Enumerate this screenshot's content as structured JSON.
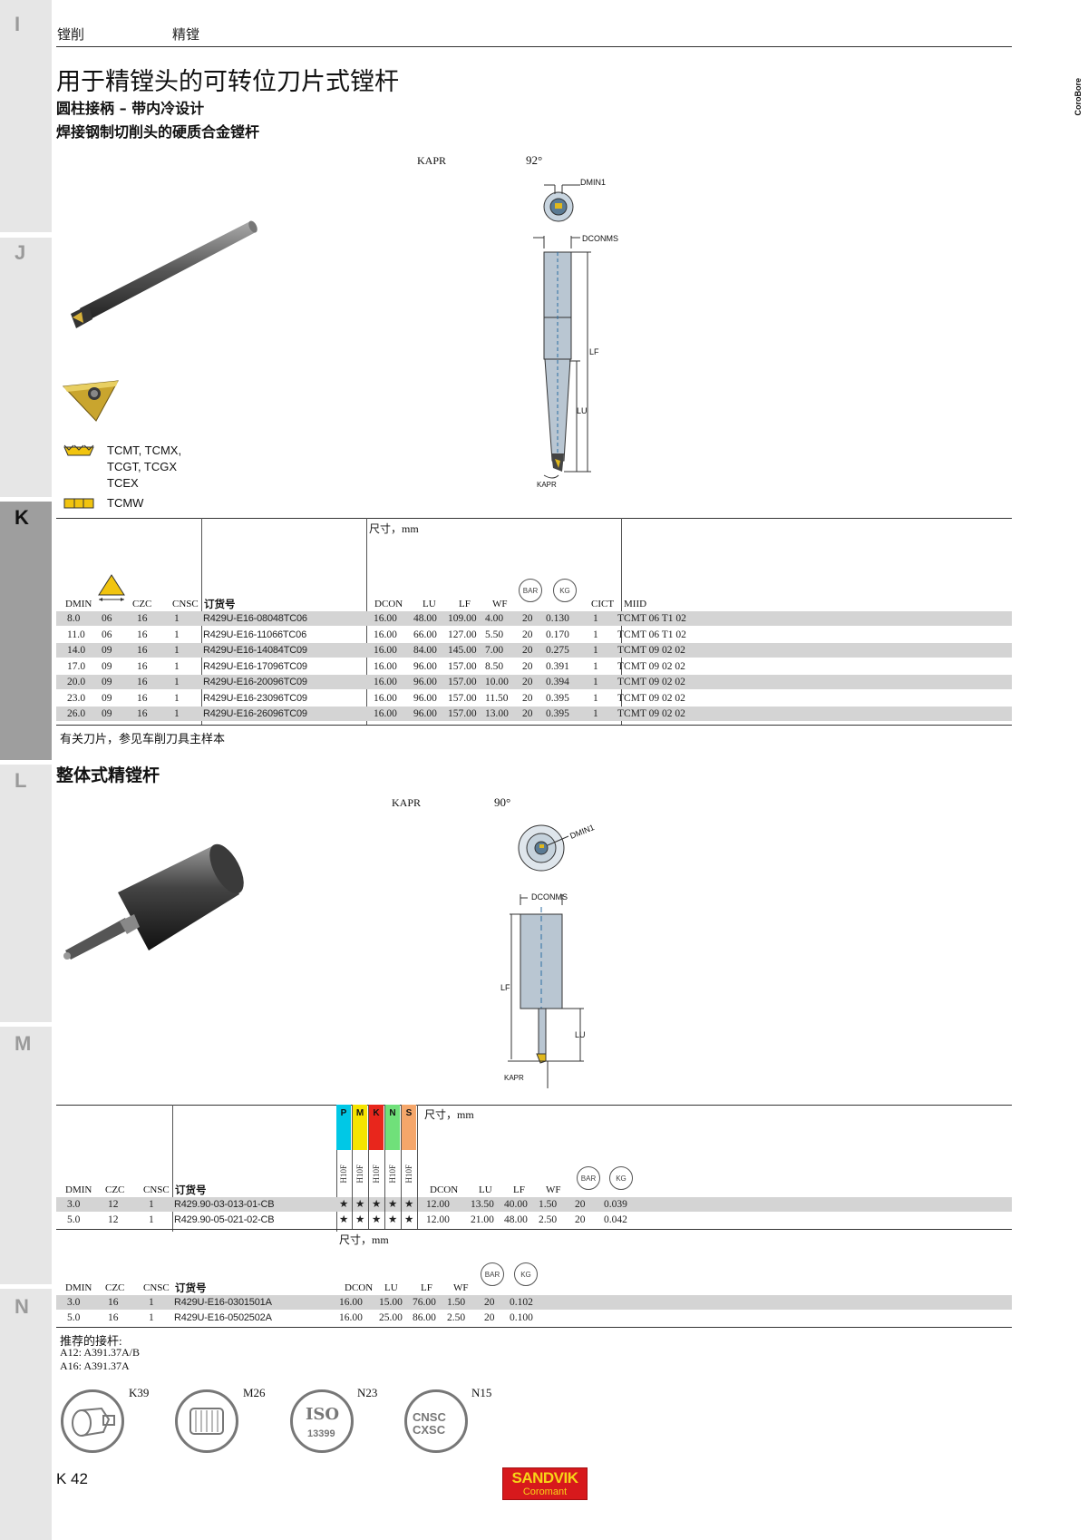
{
  "sidebar": {
    "sections": [
      "I",
      "J",
      "K",
      "L",
      "M",
      "N"
    ],
    "active": "K"
  },
  "header": {
    "breadcrumb_1": "镗削",
    "breadcrumb_2": "精镗",
    "right_mark": "CoroBore"
  },
  "section1": {
    "title": "用于精镗头的可转位刀片式镗杆",
    "subtitle_1": "圆柱接柄 – 带内冷设计",
    "subtitle_2": "焊接钢制切削头的硬质合金镗杆",
    "kapr_label": "KAPR",
    "kapr_value": "92°",
    "diagram_labels": {
      "dmin": "DMIN1",
      "dcon": "DCONMS",
      "lf": "LF",
      "lu": "LU",
      "kapr": "KAPR"
    },
    "insert_types": [
      {
        "icon": "insert-shape-icon",
        "text_lines": [
          "TCMT, TCMX,",
          "TCGT, TCGX",
          "TCEX"
        ]
      },
      {
        "icon": "insert-flat-icon",
        "text_lines": [
          "TCMW"
        ]
      }
    ],
    "dims_caption": "尺寸，mm",
    "headers": {
      "dmin": "DMIN",
      "size": "",
      "czc": "CZC",
      "cnsc": "CNSC",
      "order": "订货号",
      "dcon": "DCON",
      "lu": "LU",
      "lf": "LF",
      "wf": "WF",
      "bar": "BAR",
      "kg": "KG",
      "cict": "CICT",
      "mid": "MIID"
    },
    "rows": [
      {
        "dmin": "8.0",
        "size": "06",
        "czc": "16",
        "cnsc": "1",
        "order": "R429U-E16-08048TC06",
        "dcon": "16.00",
        "lu": "48.00",
        "lf": "109.00",
        "wf": "4.00",
        "bar": "20",
        "kg": "0.130",
        "cict": "1",
        "mid": "TCMT 06 T1 02"
      },
      {
        "dmin": "11.0",
        "size": "06",
        "czc": "16",
        "cnsc": "1",
        "order": "R429U-E16-11066TC06",
        "dcon": "16.00",
        "lu": "66.00",
        "lf": "127.00",
        "wf": "5.50",
        "bar": "20",
        "kg": "0.170",
        "cict": "1",
        "mid": "TCMT 06 T1 02"
      },
      {
        "dmin": "14.0",
        "size": "09",
        "czc": "16",
        "cnsc": "1",
        "order": "R429U-E16-14084TC09",
        "dcon": "16.00",
        "lu": "84.00",
        "lf": "145.00",
        "wf": "7.00",
        "bar": "20",
        "kg": "0.275",
        "cict": "1",
        "mid": "TCMT 09 02 02"
      },
      {
        "dmin": "17.0",
        "size": "09",
        "czc": "16",
        "cnsc": "1",
        "order": "R429U-E16-17096TC09",
        "dcon": "16.00",
        "lu": "96.00",
        "lf": "157.00",
        "wf": "8.50",
        "bar": "20",
        "kg": "0.391",
        "cict": "1",
        "mid": "TCMT 09 02 02"
      },
      {
        "dmin": "20.0",
        "size": "09",
        "czc": "16",
        "cnsc": "1",
        "order": "R429U-E16-20096TC09",
        "dcon": "16.00",
        "lu": "96.00",
        "lf": "157.00",
        "wf": "10.00",
        "bar": "20",
        "kg": "0.394",
        "cict": "1",
        "mid": "TCMT 09 02 02"
      },
      {
        "dmin": "23.0",
        "size": "09",
        "czc": "16",
        "cnsc": "1",
        "order": "R429U-E16-23096TC09",
        "dcon": "16.00",
        "lu": "96.00",
        "lf": "157.00",
        "wf": "11.50",
        "bar": "20",
        "kg": "0.395",
        "cict": "1",
        "mid": "TCMT 09 02 02"
      },
      {
        "dmin": "26.0",
        "size": "09",
        "czc": "16",
        "cnsc": "1",
        "order": "R429U-E16-26096TC09",
        "dcon": "16.00",
        "lu": "96.00",
        "lf": "157.00",
        "wf": "13.00",
        "bar": "20",
        "kg": "0.395",
        "cict": "1",
        "mid": "TCMT 09 02 02"
      }
    ],
    "note": "有关刀片，参见车削刀具主样本"
  },
  "section2": {
    "title": "整体式精镗杆",
    "kapr_label": "KAPR",
    "kapr_value": "90°",
    "diagram_labels": {
      "dmin": "DMIN1",
      "dcon": "DCONMS",
      "lf": "LF",
      "lu": "LU",
      "kapr": "KAPR"
    },
    "iso_groups": [
      {
        "letter": "P",
        "color": "#00c8e6"
      },
      {
        "letter": "M",
        "color": "#f5e400"
      },
      {
        "letter": "K",
        "color": "#e8261c"
      },
      {
        "letter": "N",
        "color": "#70e07a"
      },
      {
        "letter": "S",
        "color": "#f5a66a"
      }
    ],
    "grade_label": "H10F",
    "dims_caption": "尺寸，mm",
    "table_a": {
      "headers": {
        "dmin": "DMIN",
        "czc": "CZC",
        "cnsc": "CNSC",
        "order": "订货号",
        "dcon": "DCON",
        "lu": "LU",
        "lf": "LF",
        "wf": "WF",
        "bar": "BAR",
        "kg": "KG"
      },
      "rows": [
        {
          "dmin": "3.0",
          "czc": "12",
          "cnsc": "1",
          "order": "R429.90-03-013-01-CB",
          "stars": [
            "★",
            "★",
            "★",
            "★",
            "★"
          ],
          "dcon": "12.00",
          "lu": "13.50",
          "lf": "40.00",
          "wf": "1.50",
          "bar": "20",
          "kg": "0.039"
        },
        {
          "dmin": "5.0",
          "czc": "12",
          "cnsc": "1",
          "order": "R429.90-05-021-02-CB",
          "stars": [
            "★",
            "★",
            "★",
            "★",
            "★"
          ],
          "dcon": "12.00",
          "lu": "21.00",
          "lf": "48.00",
          "wf": "2.50",
          "bar": "20",
          "kg": "0.042"
        }
      ]
    },
    "table_b": {
      "headers": {
        "dmin": "DMIN",
        "czc": "CZC",
        "cnsc": "CNSC",
        "order": "订货号",
        "dcon": "DCON",
        "lu": "LU",
        "lf": "LF",
        "wf": "WF",
        "bar": "BAR",
        "kg": "KG"
      },
      "rows": [
        {
          "dmin": "3.0",
          "czc": "16",
          "cnsc": "1",
          "order": "R429U-E16-0301501A",
          "dcon": "16.00",
          "lu": "15.00",
          "lf": "76.00",
          "wf": "1.50",
          "bar": "20",
          "kg": "0.102"
        },
        {
          "dmin": "5.0",
          "czc": "16",
          "cnsc": "1",
          "order": "R429U-E16-0502502A",
          "dcon": "16.00",
          "lu": "25.00",
          "lf": "86.00",
          "wf": "2.50",
          "bar": "20",
          "kg": "0.100"
        }
      ]
    },
    "recommend_title": "推荐的接杆:",
    "recommend_lines": [
      "A12: A391.37A/B",
      "A16: A391.37A"
    ]
  },
  "footer_icons": [
    {
      "ref": "K39",
      "icon": "holder-icon"
    },
    {
      "ref": "M26",
      "icon": "collet-icon"
    },
    {
      "ref": "N23",
      "icon": "iso-13399-icon"
    },
    {
      "ref": "N15",
      "icon": "cnsc-cxsc-icon"
    }
  ],
  "iso_icon_text": {
    "top": "ISO",
    "bottom": "13399"
  },
  "cnsc_icon_text": {
    "top": "CNSC",
    "bottom": "CXSC"
  },
  "page_number": "K 42",
  "brand": {
    "name": "SANDVIK",
    "sub": "Coromant",
    "red": "#d7191c",
    "yellow": "#f7d417"
  }
}
